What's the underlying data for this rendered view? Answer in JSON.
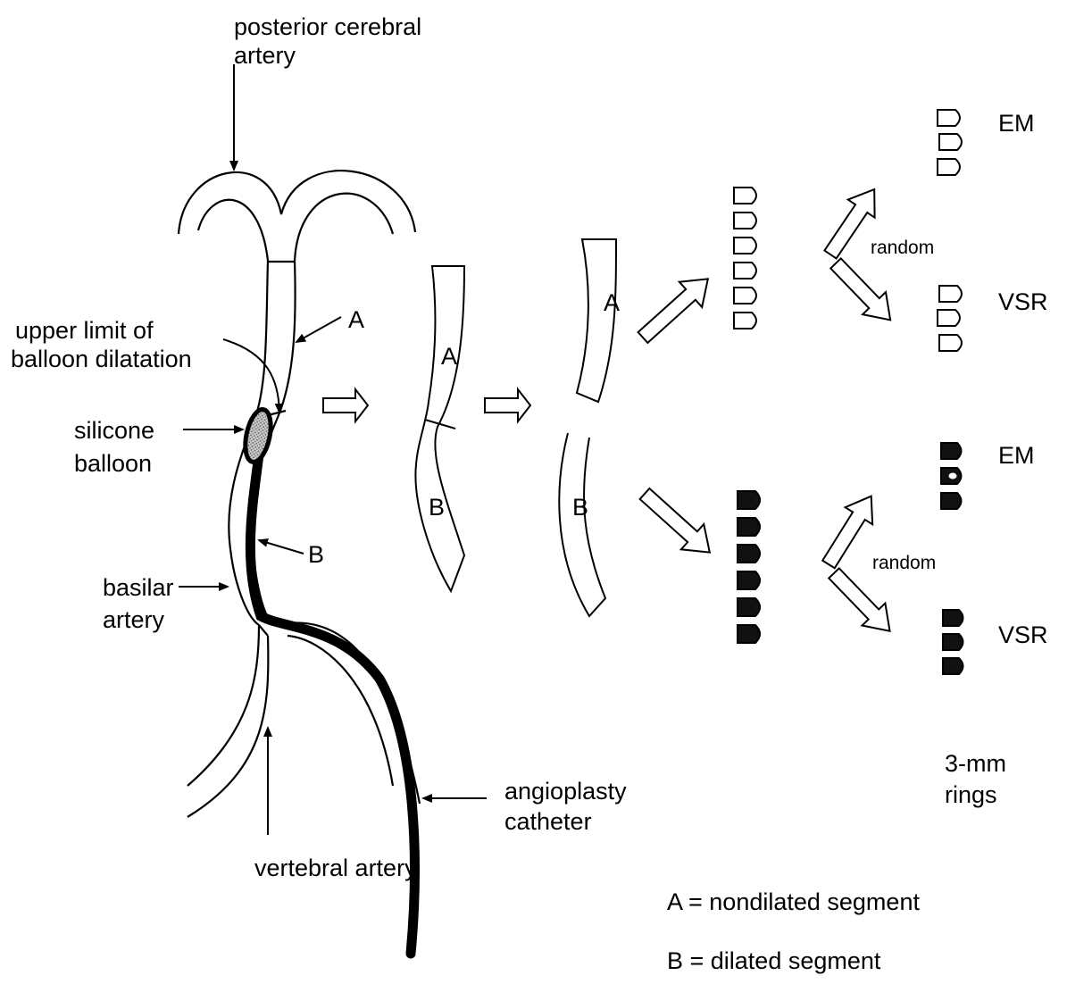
{
  "labels": {
    "posterior_cerebral_l1": "posterior cerebral",
    "posterior_cerebral_l2": "artery",
    "upper_limit_l1": "upper limit of",
    "upper_limit_l2": "balloon dilatation",
    "silicone_l1": "silicone",
    "silicone_l2": "balloon",
    "basilar_l1": "basilar",
    "basilar_l2": "artery",
    "vertebral": "vertebral artery",
    "angioplasty_l1": "angioplasty",
    "angioplasty_l2": "catheter",
    "seg_a": "A",
    "seg_b": "B",
    "random": "random",
    "em": "EM",
    "vsr": "VSR",
    "rings_l1": "3-mm",
    "rings_l2": "rings",
    "legend_a": "A = nondilated segment",
    "legend_b": "B = dilated segment"
  },
  "colors": {
    "stroke": "#000000",
    "fill_open": "#ffffff",
    "fill_dilated": "#111111",
    "balloon": "#9a9a9a"
  }
}
